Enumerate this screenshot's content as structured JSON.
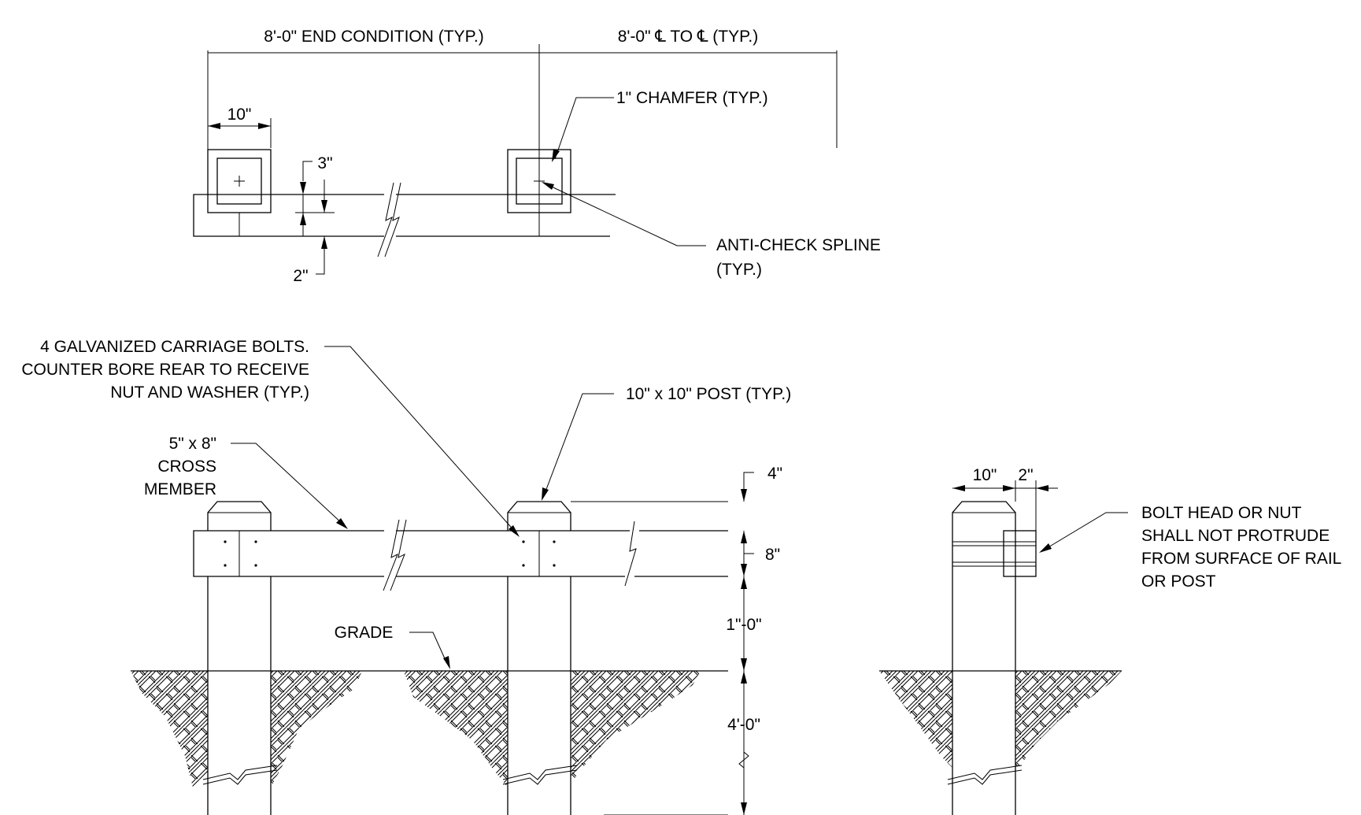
{
  "plan_view": {
    "dim_end_condition": "8'-0\" END CONDITION (TYP.)",
    "dim_center_to_center": "8'-0\" ℄ TO ℄ (TYP.)",
    "dim_post_width": "10\"",
    "dim_3in": "3\"",
    "dim_2in": "2\"",
    "chamfer_label": "1\" CHAMFER (TYP.)",
    "spline_label_line1": "ANTI-CHECK SPLINE",
    "spline_label_line2": "(TYP.)"
  },
  "elevation_view": {
    "bolts_label_line1": "4 GALVANIZED CARRIAGE BOLTS.",
    "bolts_label_line2": "COUNTER BORE REAR TO RECEIVE",
    "bolts_label_line3": "NUT AND WASHER (TYP.)",
    "post_label": "10\" x 10\" POST (TYP.)",
    "cross_label_line1": "5\" x 8\"",
    "cross_label_line2": "CROSS",
    "cross_label_line3": "MEMBER",
    "grade_label": "GRADE",
    "dim_4in": "4\"",
    "dim_8in": "8\"",
    "dim_1ft": "1\"-0\"",
    "dim_4ft": "4'-0\""
  },
  "section_view": {
    "dim_10in": "10\"",
    "dim_2in": "2\"",
    "bolt_note_line1": "BOLT HEAD OR NUT",
    "bolt_note_line2": "SHALL NOT PROTRUDE",
    "bolt_note_line3": "FROM SURFACE OF RAIL",
    "bolt_note_line4": "OR POST"
  }
}
